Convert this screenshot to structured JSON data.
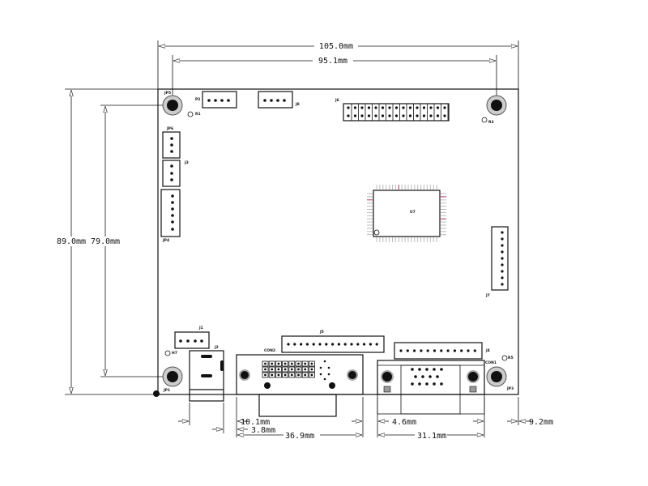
{
  "dimensions": {
    "width_total": "105.0mm",
    "hole_spacing_x": "95.1mm",
    "height_total": "89.0mm",
    "hole_spacing_y": "79.0mm",
    "offset_a": "10.1mm",
    "offset_b": "3.8mm",
    "dvi_width": "36.9mm",
    "vga_offset": "4.6mm",
    "vga_width": "31.1mm",
    "edge_offset": "9.2mm"
  },
  "labels": {
    "jp5": "JP5",
    "p2": "P2",
    "j8": "J8",
    "j6": "J6",
    "r1": "R1",
    "r3": "R3",
    "jp6": "JP6",
    "j3": "J3",
    "jp4": "JP4",
    "u7": "U7",
    "j7": "J7",
    "j1": "J1",
    "j2": "J2",
    "h7": "H7",
    "j5": "J5",
    "con2": "CON2",
    "j4": "J4",
    "con1": "CON1",
    "r5": "R5",
    "jp1": "JP1",
    "jp3": "JP3"
  },
  "accent_color": "#b0306a"
}
